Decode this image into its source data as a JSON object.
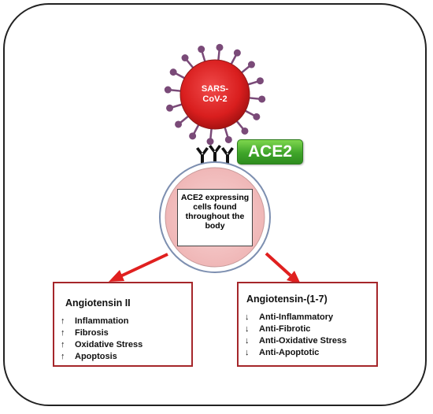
{
  "virus": {
    "label_line1": "SARS-",
    "label_line2": "CoV-2"
  },
  "receptor_label": "ACE2",
  "cell": {
    "text": "ACE2 expressing cells found throughout the body"
  },
  "left_box": {
    "title": "Angiotensin II",
    "trend": "up",
    "items": [
      {
        "arrow": "↑",
        "label": "Inflammation"
      },
      {
        "arrow": "↑",
        "label": "Fibrosis"
      },
      {
        "arrow": "↑",
        "label": "Oxidative Stress"
      },
      {
        "arrow": "↑",
        "label": "Apoptosis"
      }
    ]
  },
  "right_box": {
    "title": "Angiotensin-(1-7)",
    "trend": "down",
    "items": [
      {
        "arrow": "↓",
        "label": "Anti-Inflammatory"
      },
      {
        "arrow": "↓",
        "label": "Anti-Fibrotic"
      },
      {
        "arrow": "↓",
        "label": "Anti-Oxidative Stress"
      },
      {
        "arrow": "↓",
        "label": "Anti-Apoptotic"
      }
    ]
  },
  "colors": {
    "virus_red": "#d91e1e",
    "spike_purple": "#7a4a78",
    "box_border": "#a5262a",
    "arrow_red": "#e0201f",
    "cell_fill": "#f4c4c4",
    "ace2_green": "#3fa52a"
  }
}
